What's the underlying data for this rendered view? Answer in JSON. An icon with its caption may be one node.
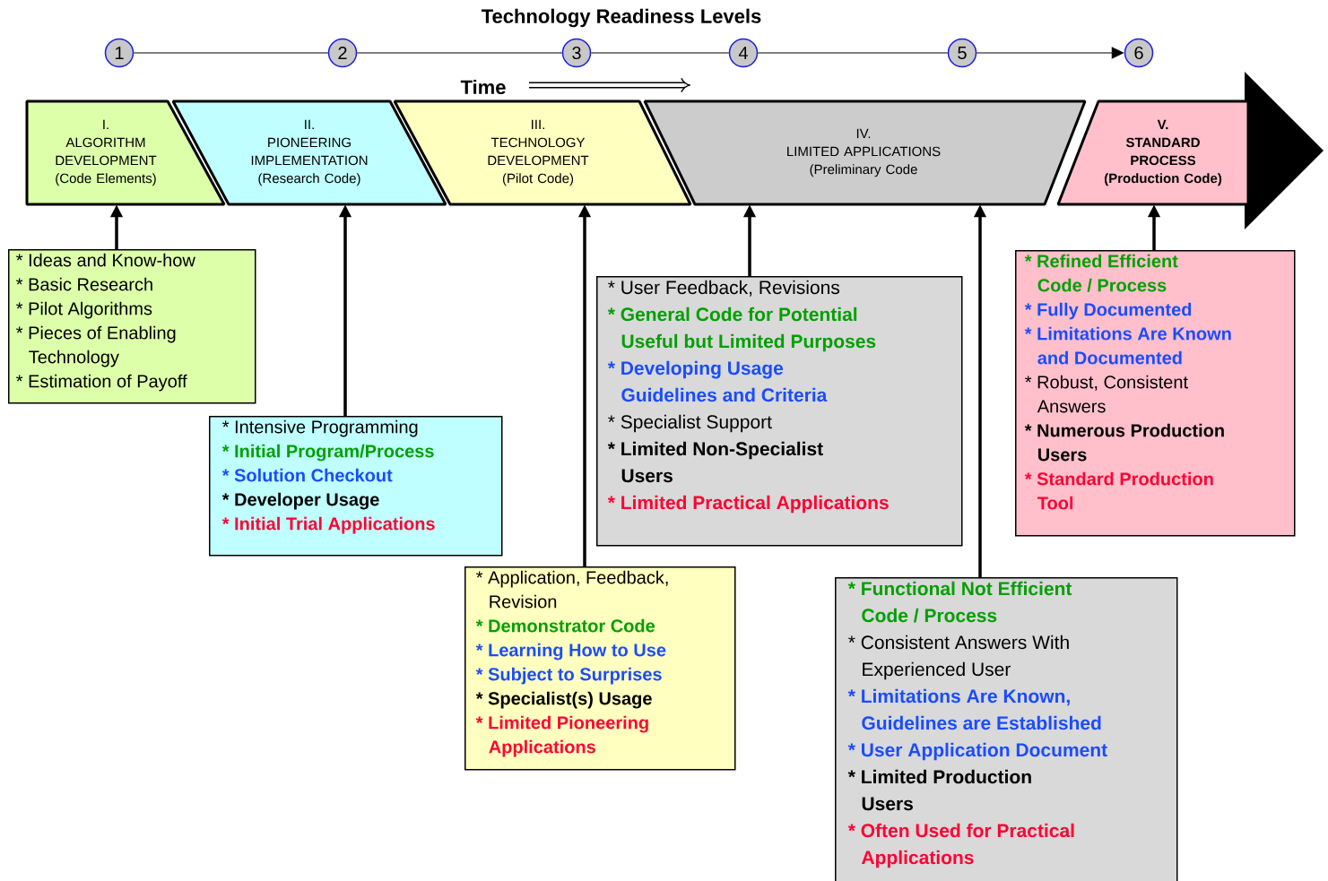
{
  "diagram": {
    "title": "Technology Readiness Levels",
    "nodes": [
      {
        "text": [
          "1"
        ]
      },
      {
        "text": [
          "2"
        ]
      },
      {
        "text": [
          "3"
        ]
      },
      {
        "text": [
          "4"
        ]
      },
      {
        "text": [
          "5"
        ]
      },
      {
        "text": [
          "6"
        ]
      },
      {
        "text": [
          "I.",
          "ALGORITHM DEVELOPMENT",
          "(Code Elements)"
        ]
      },
      {
        "text": [
          "II.",
          "PIONEERING IMPLEMENTATION",
          "(Research Code)"
        ]
      },
      {
        "text": [
          "III.",
          "TECHNOLOGY DEVELOPMENT",
          "(Pilot Code)"
        ]
      },
      {
        "text": [
          "IV.",
          "LIMITED APPLICATIONS",
          "(Preliminary Code"
        ]
      },
      {
        "text": [
          "V.",
          "STANDARD PROCESS",
          "(Production Code)"
        ]
      },
      {
        "text": [
          "* Ideas and Know-how",
          "* Basic Research",
          "* Pilot Algorithms",
          "* Pieces of Enabling Technology",
          "* Estimation of Payoff"
        ]
      },
      {
        "text": [
          "* Intensive Programming",
          "* Initial Program/Process",
          "* Solution Checkout",
          "* Developer Usage",
          "* Initial Trial Applications"
        ]
      },
      {
        "text": [
          "* Application, Feedback, Revision",
          "* Demonstrator Code",
          "* Learning How to Use",
          "* Subject to Surprises",
          "* Specialist(s) Usage",
          "* Limited Pioneering Applications"
        ]
      },
      {
        "text": [
          "* User Feedback, Revisions",
          "* General Code for Potential Useful but Limited Purposes",
          "* Developing Usage Guidelines and Criteria",
          "* Specialist Support",
          "* Limited Non-Specialist Users",
          "* Limited Practical Applications"
        ]
      },
      {
        "text": [
          "* Functional Not  Efficient Code / Process",
          "* Consistent Answers With Experienced User",
          "* Limitations Are Known, Guidelines are Established",
          "* User Application Document",
          "* Limited Production Users",
          "* Often Used for Practical Applications"
        ]
      },
      {
        "text": [
          "* Refined Efficient Code / Process",
          "* Fully Documented",
          "* Limitations Are Known and Documented",
          "* Robust, Consistent Answers",
          "* Numerous Production Users",
          "* Standard Production Tool"
        ]
      }
    ],
    "edges": [
      {
        "from": 0,
        "to": 1,
        "arrow": "none"
      },
      {
        "from": 1,
        "to": 2,
        "arrow": "none"
      },
      {
        "from": 2,
        "to": 3,
        "arrow": "none"
      },
      {
        "from": 3,
        "to": 4,
        "arrow": "none"
      },
      {
        "from": 4,
        "to": 5,
        "arrow": "to"
      },
      {
        "from": 11,
        "to": 6,
        "arrow": "to"
      },
      {
        "from": 12,
        "to": 7,
        "arrow": "to"
      },
      {
        "from": 13,
        "to": 8,
        "arrow": "to"
      },
      {
        "from": 14,
        "to": 9,
        "arrow": "to"
      },
      {
        "from": 15,
        "to": 9,
        "arrow": "to"
      },
      {
        "from": 16,
        "to": 10,
        "arrow": "to"
      }
    ],
    "labels": [
      "Time"
    ]
  }
}
